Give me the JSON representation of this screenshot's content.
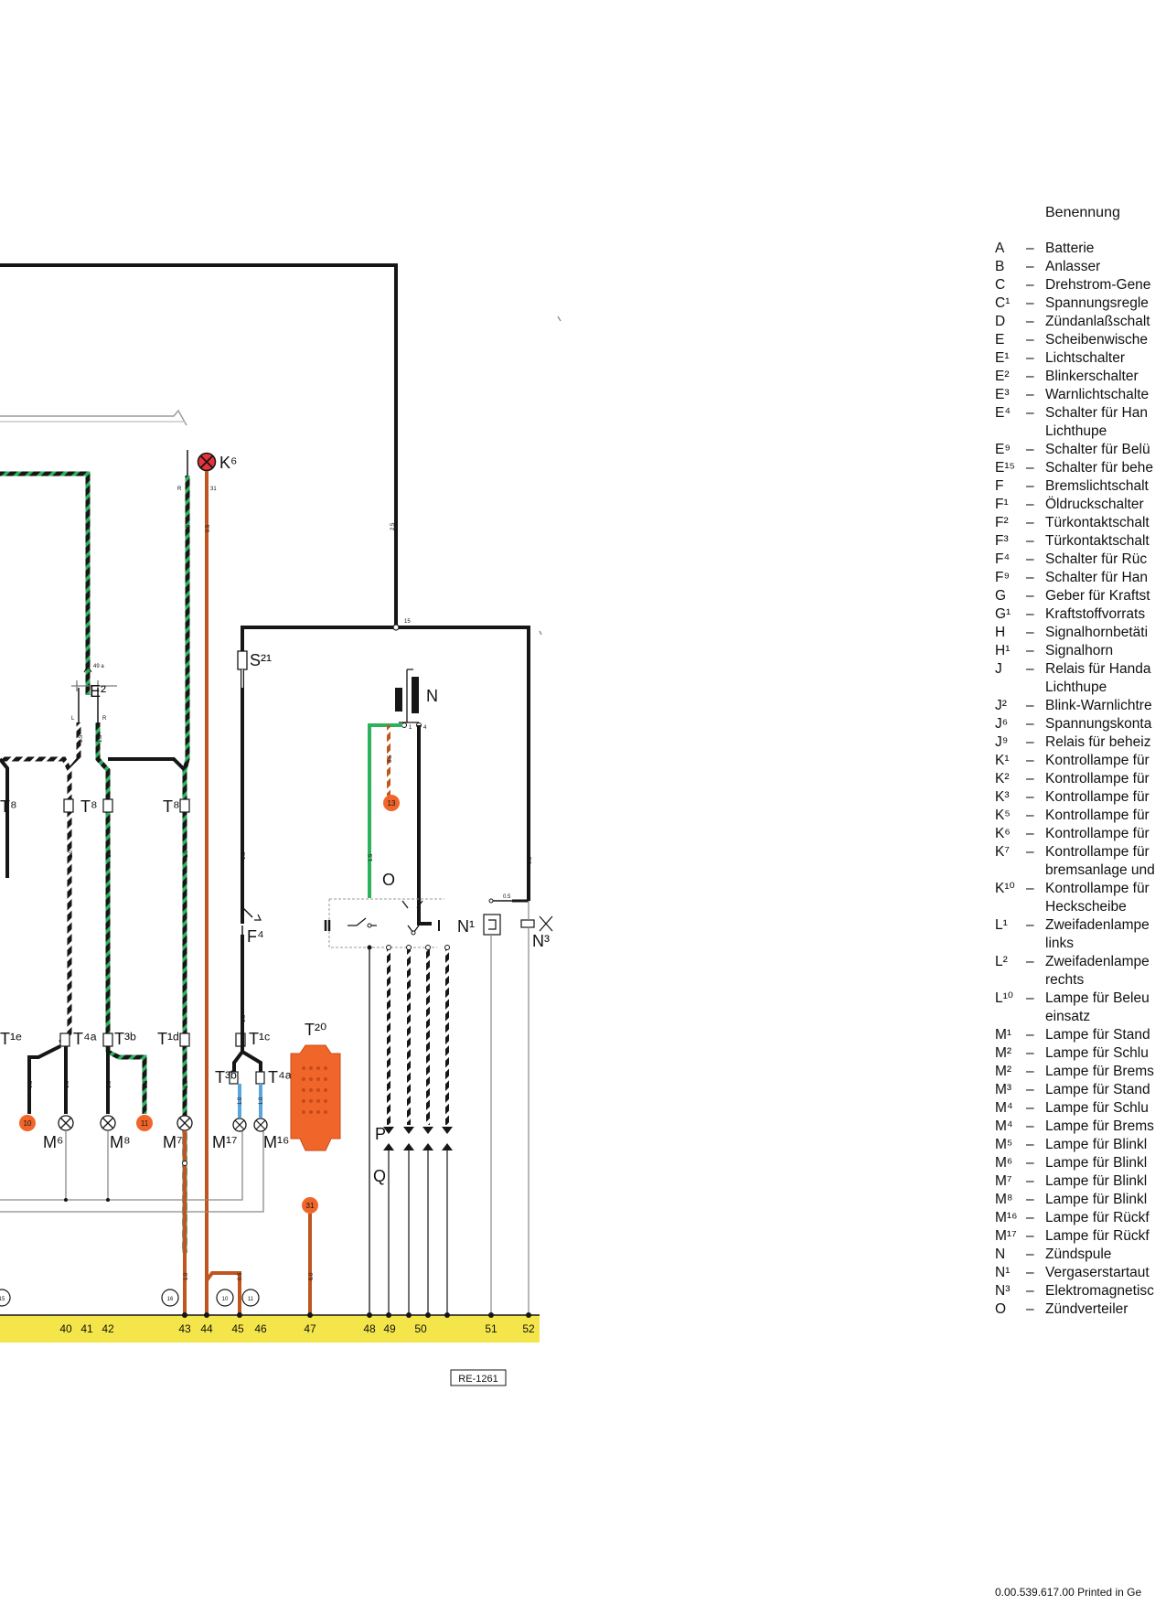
{
  "diagram": {
    "components": {
      "K6": "K⁶",
      "E2": "E²",
      "S21": "S²¹",
      "N": "N",
      "O": "O",
      "N1": "N¹",
      "N3": "N³",
      "F4": "F⁴",
      "T20": "T²⁰",
      "P": "P",
      "Q": "Q",
      "M6": "M⁶",
      "M8": "M⁸",
      "M7": "M⁷",
      "M17": "M¹⁷",
      "M16": "M¹⁶"
    },
    "connectors": {
      "T8_left": "T⁸",
      "T8_mid": "T⁸",
      "T8_right": "T⁸",
      "T1_edge": "T¹ᵉ",
      "T4a": "T⁴ᵃ",
      "T3b": "T³ᵇ",
      "T1d": "T¹ᵈ",
      "T1c": "T¹ᶜ",
      "T3b_small": "T³ᵇ",
      "T4a_small": "T⁴ᵃ"
    },
    "wire_gauges": {
      "main_top": "2.5",
      "w1": "1.5",
      "w2": "1.5",
      "w3": "1.5",
      "w4": "1.5",
      "w5": "1.5",
      "w6": "0.5",
      "w7": "1.5",
      "w8": "0.5",
      "w9": "0.5",
      "w10": "1.0",
      "w11": "1.0",
      "w12": "1.0",
      "w13": "1.0",
      "w14": "0.5",
      "w15": "1.0",
      "w16": "1.0",
      "w17": "0.5",
      "w18": "1.0",
      "w19": "1.0",
      "w20": "1.0",
      "w21": "1.0",
      "w22": "0.5",
      "w23": "6.0",
      "w24": "0.5",
      "w25": "1.5",
      "w26": "1.0",
      "w27": "1.0",
      "w28": "1.5",
      "w29": "0.5"
    },
    "terminals": {
      "t1": "R",
      "t2": "31",
      "t3": "49 a",
      "t4": "L",
      "t5": "R",
      "t6": "15",
      "t7": "1",
      "t8": "4"
    },
    "grounds": {
      "g10a": "10",
      "g11a": "11",
      "g13": "13",
      "g31": "31",
      "g15": "15",
      "g16": "16",
      "g10b": "10",
      "g11b": "11"
    },
    "current_tracks": [
      "40",
      "41",
      "42",
      "43",
      "44",
      "45",
      "46",
      "47",
      "48",
      "49",
      "50",
      "51",
      "52"
    ],
    "stamp": "RE-1261"
  },
  "legend": {
    "title": "Benennung",
    "items": [
      {
        "code": "A",
        "text": "Batterie"
      },
      {
        "code": "B",
        "text": "Anlasser"
      },
      {
        "code": "C",
        "text": "Drehstrom-Gene"
      },
      {
        "code": "C¹",
        "text": "Spannungsregle"
      },
      {
        "code": "D",
        "text": "Zündanlaßschalt"
      },
      {
        "code": "E",
        "text": "Scheibenwische"
      },
      {
        "code": "E¹",
        "text": "Lichtschalter"
      },
      {
        "code": "E²",
        "text": "Blinkerschalter"
      },
      {
        "code": "E³",
        "text": "Warnlichtschalte"
      },
      {
        "code": "E⁴",
        "text": "Schalter für Han"
      },
      {
        "code": "",
        "text": "Lichthupe",
        "cont": true
      },
      {
        "code": "E⁹",
        "text": "Schalter für Belü"
      },
      {
        "code": "E¹⁵",
        "text": "Schalter für behe"
      },
      {
        "code": "F",
        "text": "Bremslichtschalt"
      },
      {
        "code": "F¹",
        "text": "Öldruckschalter"
      },
      {
        "code": "F²",
        "text": "Türkontaktschalt"
      },
      {
        "code": "F³",
        "text": "Türkontaktschalt"
      },
      {
        "code": "F⁴",
        "text": "Schalter für Rüc"
      },
      {
        "code": "F⁹",
        "text": "Schalter für Han"
      },
      {
        "code": "G",
        "text": "Geber für Kraftst"
      },
      {
        "code": "G¹",
        "text": "Kraftstoffvorrats"
      },
      {
        "code": "H",
        "text": "Signalhornbetäti"
      },
      {
        "code": "H¹",
        "text": "Signalhorn"
      },
      {
        "code": "J",
        "text": "Relais für Handa"
      },
      {
        "code": "",
        "text": "Lichthupe",
        "cont": true
      },
      {
        "code": "J²",
        "text": "Blink-Warnlichtre"
      },
      {
        "code": "J⁶",
        "text": "Spannungskonta"
      },
      {
        "code": "J⁹",
        "text": "Relais für beheiz"
      },
      {
        "code": "K¹",
        "text": "Kontrollampe für"
      },
      {
        "code": "K²",
        "text": "Kontrollampe für"
      },
      {
        "code": "K³",
        "text": "Kontrollampe für"
      },
      {
        "code": "K⁵",
        "text": "Kontrollampe für"
      },
      {
        "code": "K⁶",
        "text": "Kontrollampe für"
      },
      {
        "code": "K⁷",
        "text": "Kontrollampe für"
      },
      {
        "code": "",
        "text": "bremsanlage und",
        "cont": true
      },
      {
        "code": "K¹⁰",
        "text": "Kontrollampe für"
      },
      {
        "code": "",
        "text": "Heckscheibe",
        "cont": true
      },
      {
        "code": "L¹",
        "text": "Zweifadenlampe"
      },
      {
        "code": "",
        "text": "links",
        "cont": true
      },
      {
        "code": "L²",
        "text": "Zweifadenlampe"
      },
      {
        "code": "",
        "text": "rechts",
        "cont": true
      },
      {
        "code": "L¹⁰",
        "text": "Lampe für Beleu"
      },
      {
        "code": "",
        "text": "einsatz",
        "cont": true
      },
      {
        "code": "M¹",
        "text": "Lampe für Stand"
      },
      {
        "code": "M²",
        "text": "Lampe für Schlu"
      },
      {
        "code": "M²",
        "text": "Lampe für Brems"
      },
      {
        "code": "M³",
        "text": "Lampe für Stand"
      },
      {
        "code": "M⁴",
        "text": "Lampe für Schlu"
      },
      {
        "code": "M⁴",
        "text": "Lampe für Brems"
      },
      {
        "code": "M⁵",
        "text": "Lampe für Blinkl"
      },
      {
        "code": "M⁶",
        "text": "Lampe für Blinkl"
      },
      {
        "code": "M⁷",
        "text": "Lampe für Blinkl"
      },
      {
        "code": "M⁸",
        "text": "Lampe für Blinkl"
      },
      {
        "code": "M¹⁶",
        "text": "Lampe für Rückf"
      },
      {
        "code": "M¹⁷",
        "text": "Lampe für Rückf"
      },
      {
        "code": "N",
        "text": "Zündspule"
      },
      {
        "code": "N¹",
        "text": "Vergaserstartaut"
      },
      {
        "code": "N³",
        "text": "Elektromagnetisc"
      },
      {
        "code": "O",
        "text": "Zündverteiler"
      }
    ]
  },
  "footer": {
    "text": "0.00.539.617.00  Printed in Ge"
  },
  "colors": {
    "wire_black": "#161616",
    "wire_green": "#2db15a",
    "wire_brown": "#c0561f",
    "wire_blue": "#58a6dd",
    "ground_orange": "#f0662a",
    "bus_yellow": "#f4e64a",
    "lamp_red": "#e8323a",
    "grey_line": "#8a8a8a"
  }
}
